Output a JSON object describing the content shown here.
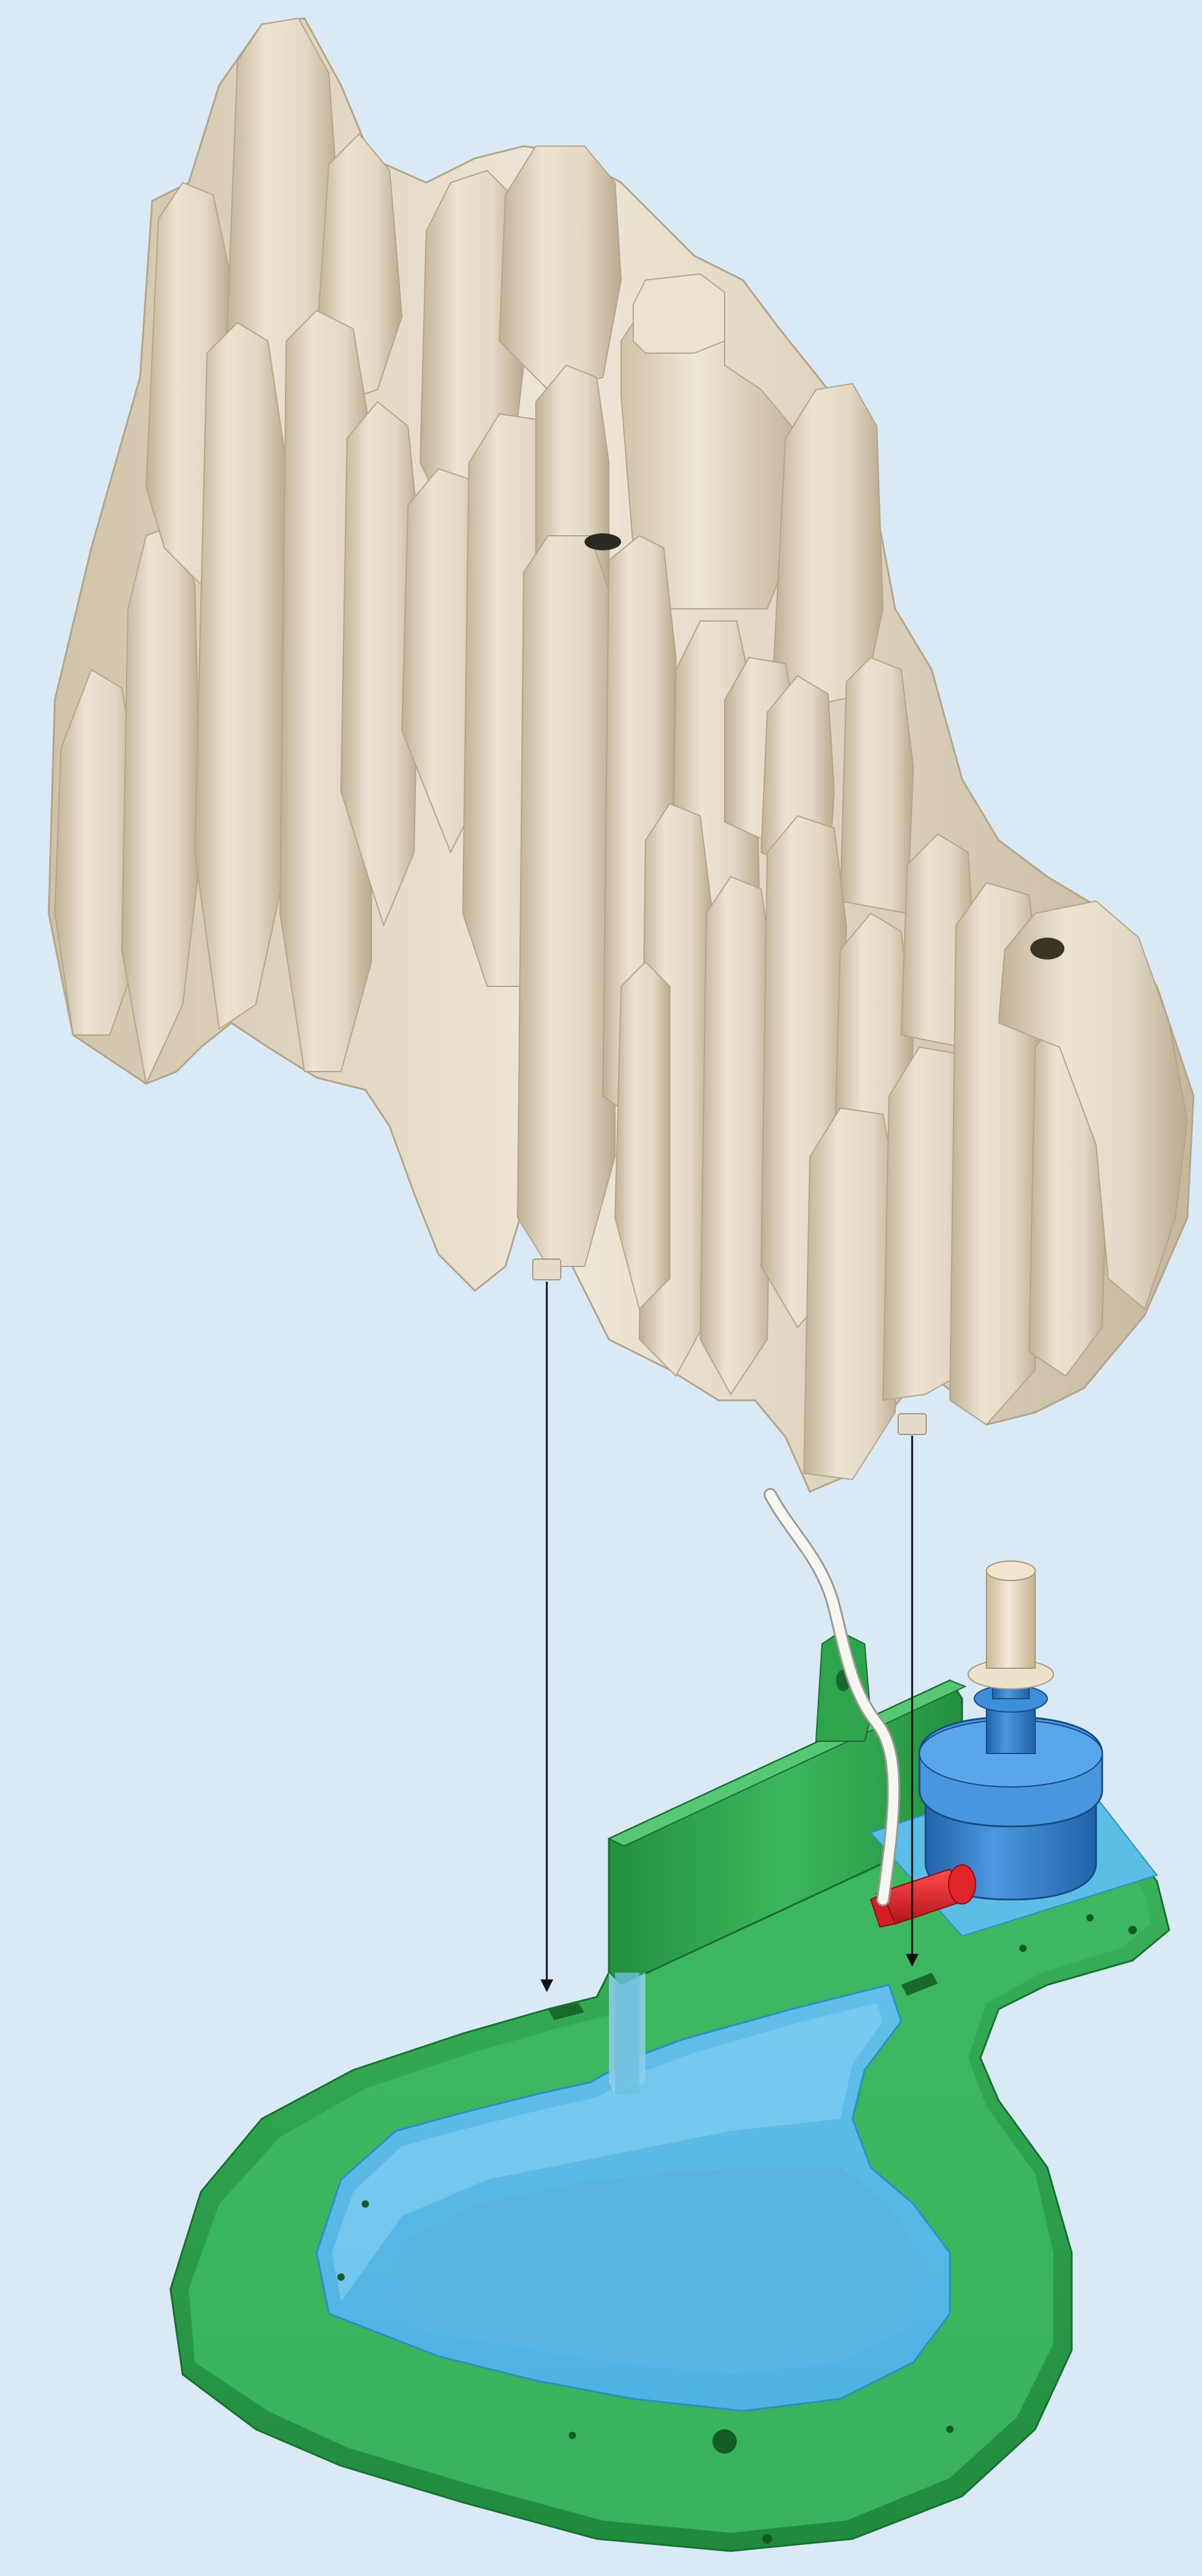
{
  "diagram": {
    "colors": {
      "background": "#d9e9f6",
      "rock": "#e2d8c4",
      "rock_shade": "#c8bba2",
      "rock_dark": "#a8997e",
      "rock_light": "#f0e9da",
      "base_green": "#2fa64e",
      "base_green_dark": "#1d7f38",
      "base_green_light": "#4cc06a",
      "water": "#5ab8e6",
      "water_deep": "#4aa7d8",
      "water_light": "#7ccbef",
      "pump_blue": "#2f7fcf",
      "pump_blue_dark": "#1f62a8",
      "nozzle": "#e9dcc3",
      "connector_red": "#e0242a",
      "tube_white": "#f5f5f0",
      "arrow": "#111111"
    },
    "parts": [
      {
        "id": "rock-cover",
        "icon": "rock-mountain-cover"
      },
      {
        "id": "pond-base",
        "icon": "green-pond-base"
      },
      {
        "id": "water-basin",
        "icon": "water-basin"
      },
      {
        "id": "pump",
        "icon": "pump-icon"
      },
      {
        "id": "nozzle",
        "icon": "nozzle-icon"
      },
      {
        "id": "hose",
        "icon": "hose-icon"
      },
      {
        "id": "connector",
        "icon": "connector-icon"
      }
    ],
    "assembly_arrows": 2
  }
}
